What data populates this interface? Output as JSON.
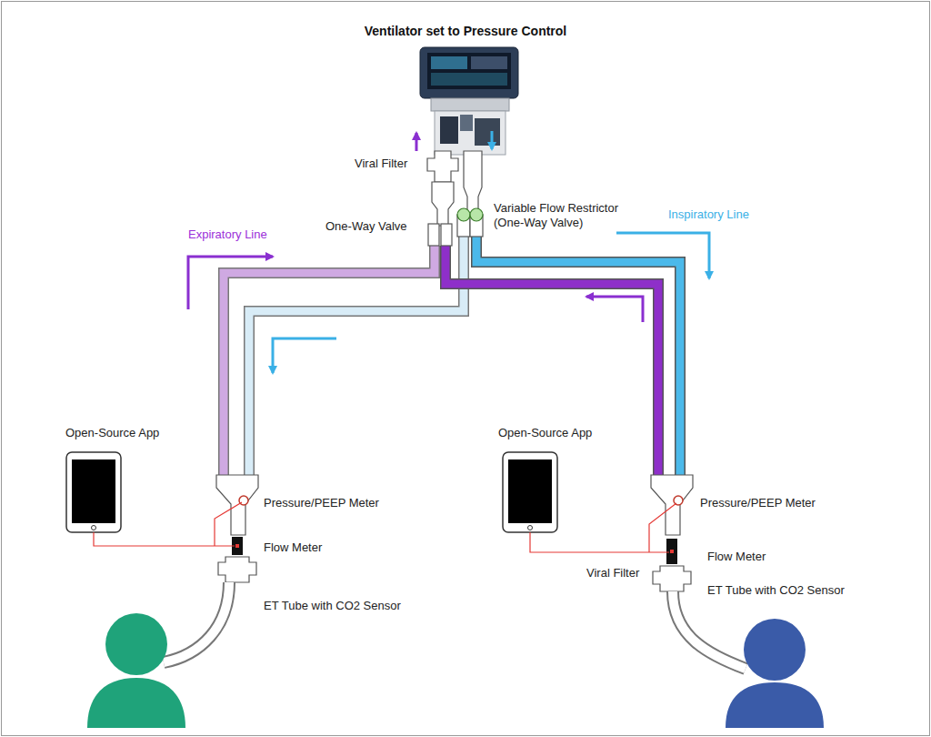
{
  "diagram": {
    "title": "Ventilator set to Pressure Control",
    "labels": [
      "Viral Filter",
      "One-Way Valve",
      "Variable Flow Restrictor (One-Way Valve)",
      "Expiratory Line",
      "Inspiratory Line",
      "Open-Source App",
      "Pressure/PEEP Meter",
      "Flow Meter",
      "ET Tube with CO2 Sensor",
      "Open-Source App",
      "Pressure/PEEP Meter",
      "Flow Meter",
      "Viral Filter",
      "ET Tube with CO2 Sensor"
    ]
  }
}
